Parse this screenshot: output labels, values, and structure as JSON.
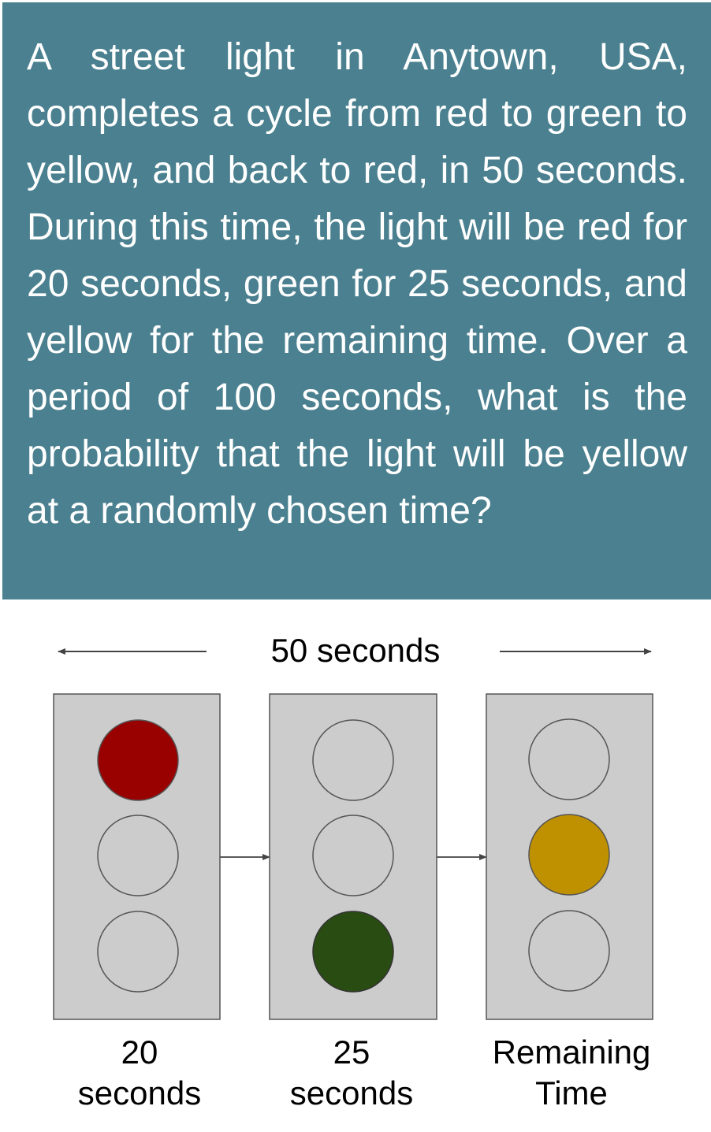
{
  "question": {
    "text": "A street light in Anytown, USA, completes a cycle from red to green to yellow, and back to red, in 50 seconds. During this time, the light will be red for 20 seconds, green for 25 seconds, and yellow for the remaining time. Over a period of 100 seconds, what is the probability that the light will be yellow at a randomly chosen time?"
  },
  "diagram": {
    "cycle_label": "50 seconds",
    "lights": [
      {
        "active": "red",
        "caption_line1": "20",
        "caption_line2": "seconds"
      },
      {
        "active": "green",
        "caption_line1": "25",
        "caption_line2": "seconds"
      },
      {
        "active": "yellow",
        "caption_line1": "Remaining",
        "caption_line2": "Time"
      }
    ]
  },
  "colors": {
    "panel_background": "#4a808f",
    "housing": "#cccccc",
    "red_on": "#990000",
    "green_on": "#294c12",
    "yellow_on": "#bf9000"
  }
}
